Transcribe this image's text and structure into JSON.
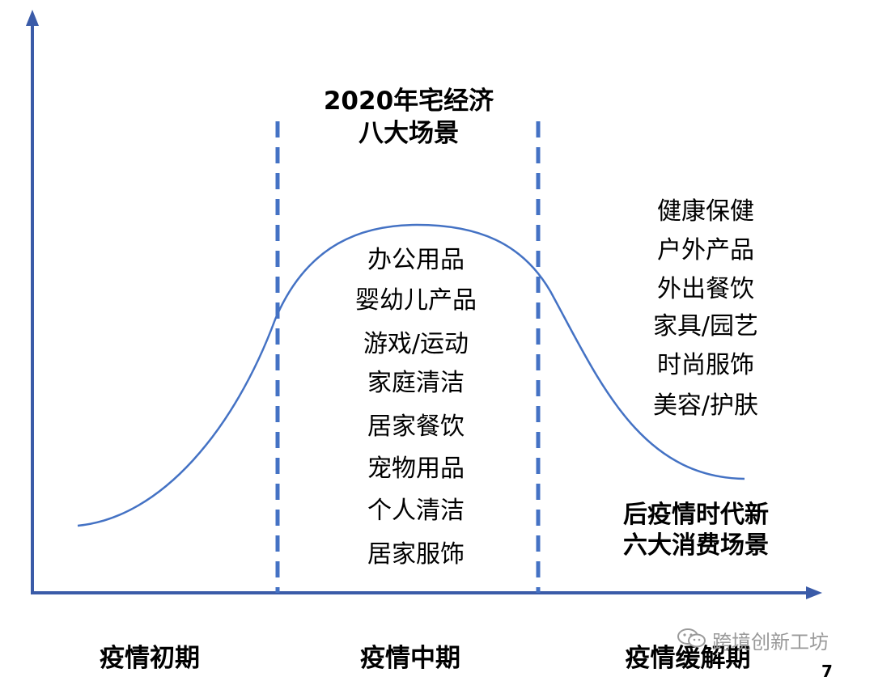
{
  "colors": {
    "axis": "#3a5ba8",
    "curve": "#4472c4",
    "divider": "#4472c4",
    "text": "#000000",
    "watermark": "#9a9a9a"
  },
  "center_title": {
    "line1": "2020年宅经济",
    "line2": "八大场景"
  },
  "mid_scenes": [
    "办公用品",
    "婴幼儿产品",
    "游戏/运动",
    "家庭清洁",
    "居家餐饮",
    "宠物用品",
    "个人清洁",
    "居家服饰"
  ],
  "post_scenes": [
    "健康保健",
    "户外产品",
    "外出餐饮",
    "家具/园艺",
    "时尚服饰",
    "美容/护肤"
  ],
  "post_title": {
    "line1": "后疫情时代新",
    "line2": "六大消费场景"
  },
  "phases": [
    "疫情初期",
    "疫情中期",
    "疫情缓解期"
  ],
  "watermark": {
    "icon": "wechat-icon",
    "text": "跨境创新工坊"
  },
  "page_number": "7"
}
